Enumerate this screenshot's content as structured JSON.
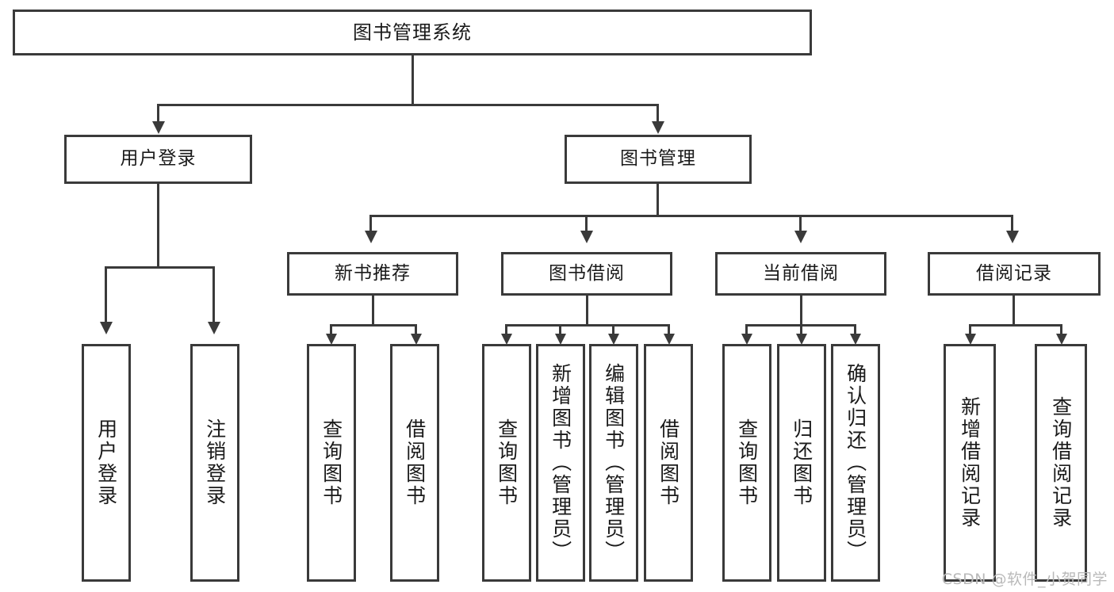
{
  "diagram": {
    "type": "tree",
    "title": "图书管理系统",
    "root": {
      "id": "root",
      "label": "图书管理系统"
    },
    "level2": [
      {
        "id": "user-login",
        "label": "用户登录"
      },
      {
        "id": "book-management",
        "label": "图书管理"
      }
    ],
    "level3": [
      {
        "id": "new-book-recommend",
        "label": "新书推荐"
      },
      {
        "id": "book-borrow",
        "label": "图书借阅"
      },
      {
        "id": "current-borrow",
        "label": "当前借阅"
      },
      {
        "id": "borrow-record",
        "label": "借阅记录"
      }
    ],
    "leaves": [
      {
        "id": "leaf-user-login",
        "label": "用户登录",
        "parent": "user-login"
      },
      {
        "id": "leaf-logout-login",
        "label": "注销登录",
        "parent": "user-login"
      },
      {
        "id": "leaf-query-book-1",
        "label": "查询图书",
        "parent": "new-book-recommend"
      },
      {
        "id": "leaf-borrow-book-1",
        "label": "借阅图书",
        "parent": "new-book-recommend"
      },
      {
        "id": "leaf-query-book-2",
        "label": "查询图书",
        "parent": "book-borrow"
      },
      {
        "id": "leaf-add-book",
        "label": "新增图书（管理员）",
        "parent": "book-borrow"
      },
      {
        "id": "leaf-edit-book",
        "label": "编辑图书（管理员）",
        "parent": "book-borrow"
      },
      {
        "id": "leaf-borrow-book-2",
        "label": "借阅图书",
        "parent": "book-borrow"
      },
      {
        "id": "leaf-query-book-3",
        "label": "查询图书",
        "parent": "current-borrow"
      },
      {
        "id": "leaf-return-book",
        "label": "归还图书",
        "parent": "current-borrow"
      },
      {
        "id": "leaf-confirm-return",
        "label": "确认归还（管理员）",
        "parent": "current-borrow"
      },
      {
        "id": "leaf-add-record",
        "label": "新增借阅记录",
        "parent": "borrow-record"
      },
      {
        "id": "leaf-query-record",
        "label": "查询借阅记录",
        "parent": "borrow-record"
      }
    ],
    "colors": {
      "stroke": "#3a3a3a",
      "fill": "#ffffff",
      "text": "#1a1a1a",
      "watermark": "#b9b9b9"
    }
  },
  "watermark": {
    "text": "CSDN @软件_小贺同学"
  }
}
